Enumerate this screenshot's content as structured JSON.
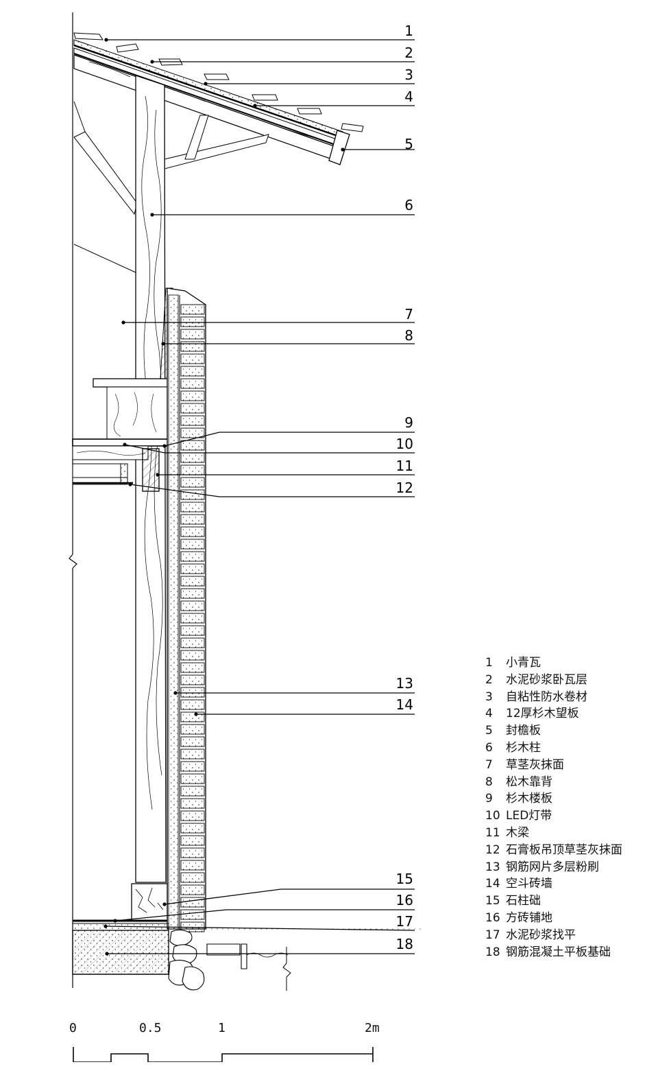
{
  "callouts": [
    {
      "num": "1",
      "text": "小青瓦"
    },
    {
      "num": "2",
      "text": "水泥砂浆卧瓦层"
    },
    {
      "num": "3",
      "text": "自粘性防水卷材"
    },
    {
      "num": "4",
      "text": "12厚杉木望板"
    },
    {
      "num": "5",
      "text": "封檐板"
    },
    {
      "num": "6",
      "text": "杉木柱"
    },
    {
      "num": "7",
      "text": "草茎灰抹面"
    },
    {
      "num": "8",
      "text": "松木靠背"
    },
    {
      "num": "9",
      "text": "杉木楼板"
    },
    {
      "num": "10",
      "text": "LED灯带"
    },
    {
      "num": "11",
      "text": "木梁"
    },
    {
      "num": "12",
      "text": "石膏板吊顶草茎灰抹面"
    },
    {
      "num": "13",
      "text": "钢筋网片多层粉刷"
    },
    {
      "num": "14",
      "text": "空斗砖墙"
    },
    {
      "num": "15",
      "text": "石柱础"
    },
    {
      "num": "16",
      "text": "方砖铺地"
    },
    {
      "num": "17",
      "text": "水泥砂浆找平"
    },
    {
      "num": "18",
      "text": "钢筋混凝土平板基础"
    }
  ],
  "scale": {
    "labels": [
      "0",
      "0.5",
      "1",
      "2m"
    ]
  }
}
